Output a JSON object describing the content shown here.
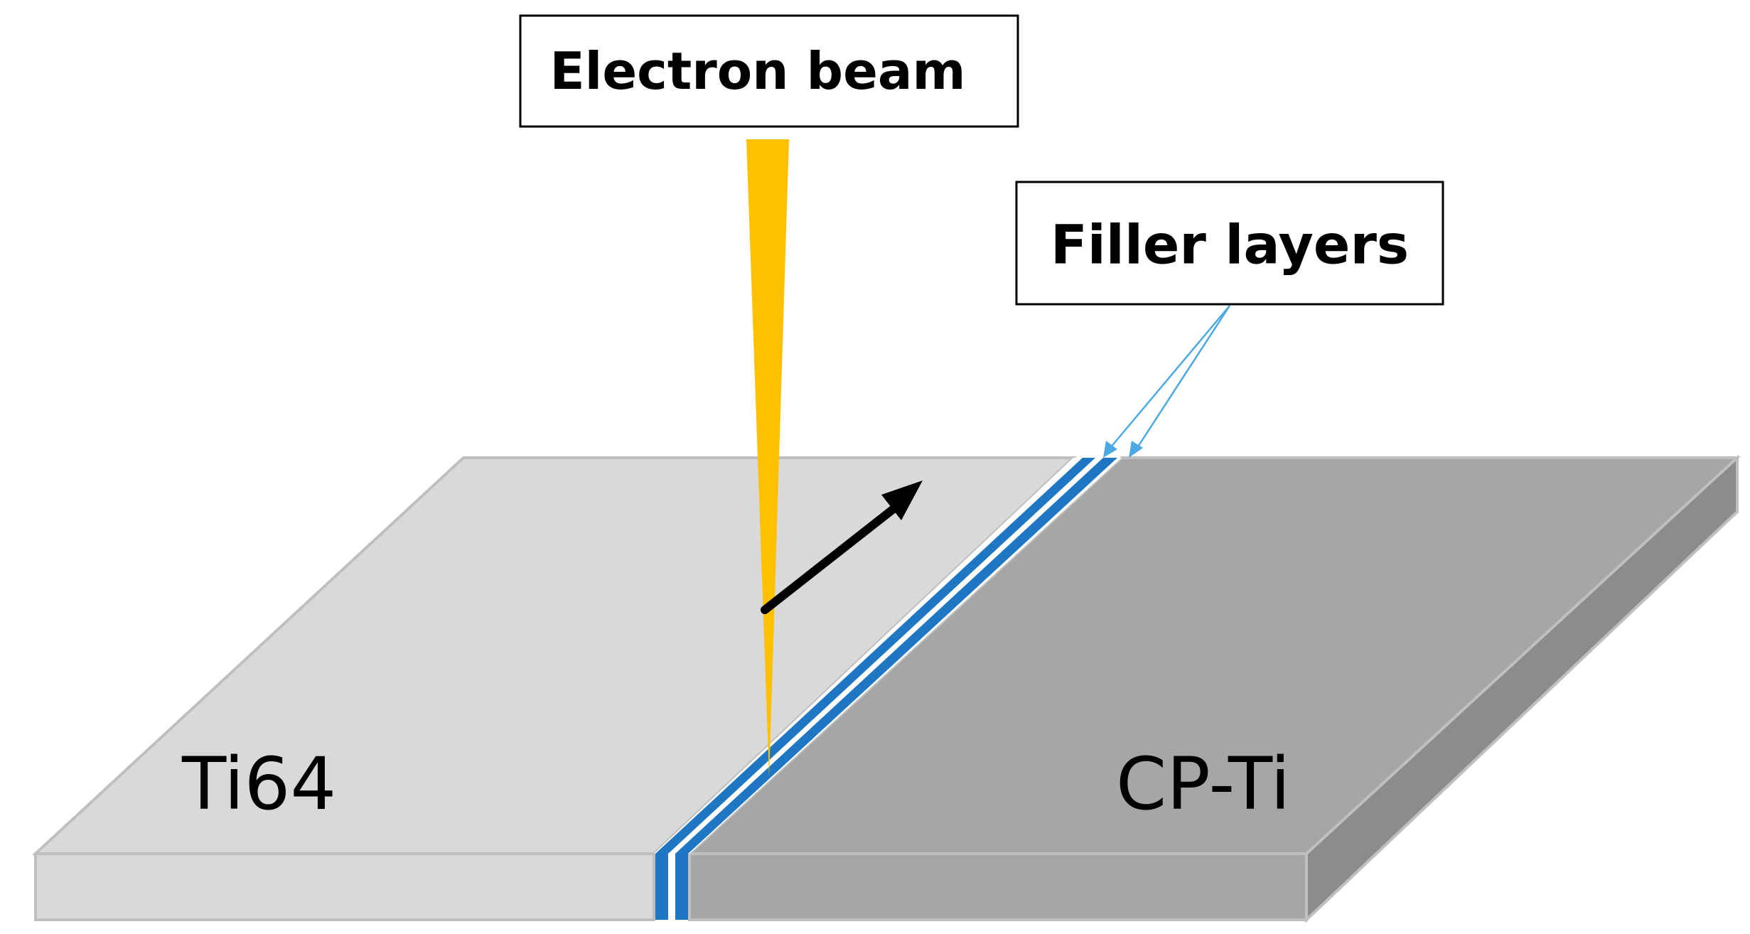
{
  "labels": {
    "electron_beam": "Electron beam",
    "filler_layers": "Filler layers",
    "left_plate": "Ti64",
    "right_plate": "CP-Ti"
  },
  "colors": {
    "left_plate_top": "#d9d9d9",
    "left_plate_front": "#d9d9d9",
    "right_plate_top": "#a6a6a6",
    "right_plate_front": "#a6a6a6",
    "right_plate_side": "#8c8c8c",
    "plate_edge": "#bfbfbf",
    "filler_layer": "#1f77c4",
    "filler_gap": "#ffffff",
    "beam": "#ffc000",
    "arrow": "#000000",
    "leader_line": "#4ba8e3",
    "callout_border": "#000000"
  }
}
